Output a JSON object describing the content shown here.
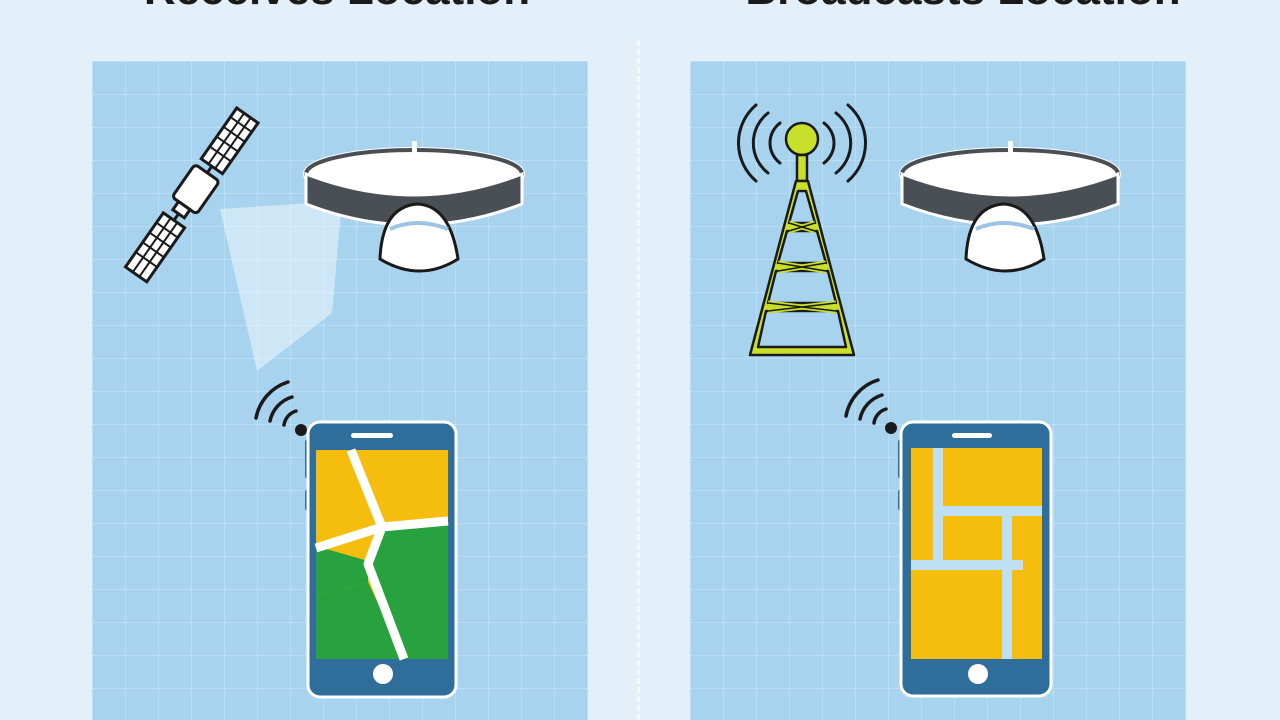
{
  "titles": {
    "left": "Receives Location",
    "right": "Broadcasts Location"
  },
  "icons": {
    "left": [
      "satellite-icon",
      "signal-beam",
      "headlamp-icon",
      "wifi-signal-icon",
      "smartphone-icon",
      "map-screen"
    ],
    "right": [
      "cell-tower-icon",
      "radio-waves-icon",
      "headlamp-icon",
      "wifi-signal-icon",
      "smartphone-icon",
      "map-screen"
    ]
  },
  "colors": {
    "background": "#e4f0f9",
    "panel": "#a7d3ef",
    "phone_body": "#2f6d9a",
    "map_yellow": "#f5be0f",
    "map_green": "#28a23f",
    "tower": "#c9e02a",
    "strap": "#4a4f55"
  }
}
